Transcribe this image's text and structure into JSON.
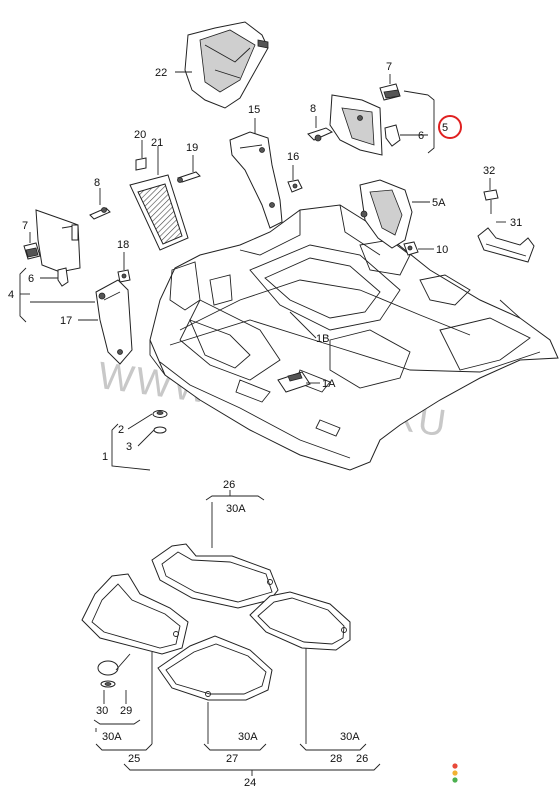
{
  "watermark": "WWW.ELCATS.RU",
  "highlight_color": "#e02020",
  "labels": {
    "l22": "22",
    "l7a": "7",
    "l8a": "8",
    "l5": "5",
    "l6a": "6",
    "l15": "15",
    "l20": "20",
    "l21": "21",
    "l19": "19",
    "l16": "16",
    "l8b": "8",
    "l7b": "7",
    "l6b": "6",
    "l4": "4",
    "l18": "18",
    "l17": "17",
    "l5A": "5A",
    "l10": "10",
    "l32": "32",
    "l31": "31",
    "l1B": "1B",
    "l1A": "1A",
    "l2": "2",
    "l3": "3",
    "l1": "1",
    "l26": "26",
    "l30Atop": "30A",
    "l30": "30",
    "l29": "29",
    "l30A1": "30A",
    "l30A2": "30A",
    "l30A3": "30A",
    "l25": "25",
    "l27": "27",
    "l28": "28",
    "l26b": "26",
    "l24": "24"
  },
  "traffic_light_colors": [
    "#e84a3a",
    "#f2b233",
    "#4cb050"
  ]
}
